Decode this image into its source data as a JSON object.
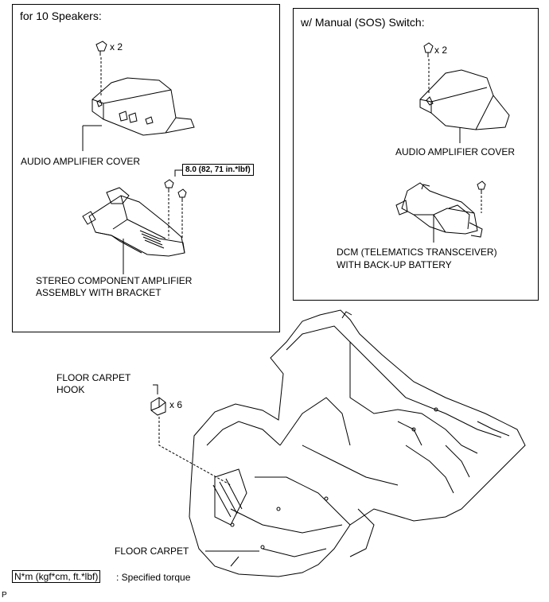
{
  "panel_left": {
    "title": "for 10 Speakers:",
    "screw_qty": "x 2",
    "cover_label": "AUDIO AMPLIFIER COVER",
    "torque_label": "8.0 (82, 71 in.*lbf)",
    "amp_label_line1": "STEREO COMPONENT AMPLIFIER",
    "amp_label_line2": "ASSEMBLY WITH BRACKET"
  },
  "panel_right": {
    "title": "w/ Manual (SOS) Switch:",
    "screw_qty": "x 2",
    "cover_label": "AUDIO AMPLIFIER COVER",
    "dcm_label_line1": "DCM (TELEMATICS TRANSCEIVER)",
    "dcm_label_line2": "WITH BACK-UP BATTERY"
  },
  "floor": {
    "hook_label_line1": "FLOOR CARPET",
    "hook_label_line2": "HOOK",
    "hook_qty": "x 6",
    "carpet_label": "FLOOR CARPET"
  },
  "legend": {
    "key": "N*m (kgf*cm, ft.*lbf)",
    "desc": ": Specified torque"
  },
  "corner_mark": "P"
}
